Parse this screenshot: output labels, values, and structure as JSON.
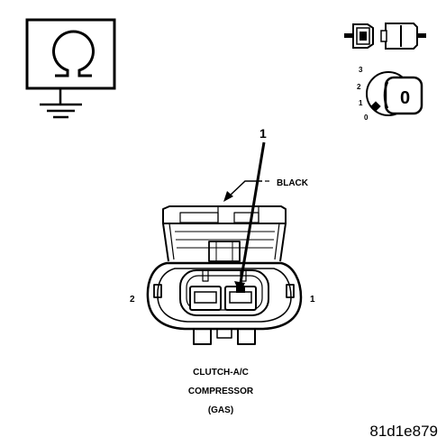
{
  "ground_symbol": {
    "icon": "ohmmeter-ground-symbol"
  },
  "connector_icons": {
    "plug_icon": "connector-plug-icon",
    "ignition_icon": "ignition-key-icon"
  },
  "ignition": {
    "positions": [
      "3",
      "2",
      "1",
      "0"
    ],
    "key_label": "0"
  },
  "callout": {
    "number": "1"
  },
  "connector": {
    "color_label": "BLACK",
    "pin_left": "2",
    "pin_right": "1",
    "name_lines": [
      "CLUTCH-A/C",
      "COMPRESSOR",
      "(GAS)"
    ]
  },
  "figure_id": "81d1e879"
}
